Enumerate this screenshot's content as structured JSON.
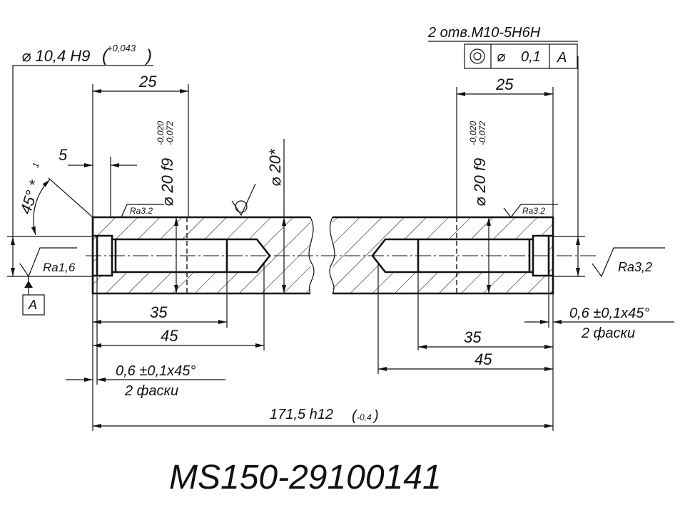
{
  "drawing_number": "MS150-29100141",
  "thread_note": "2 отв.M10-5H6H",
  "tolerance_frame": {
    "symbol": "◎",
    "diameter": "⌀",
    "value": "0,1",
    "datum": "A"
  },
  "datum_label": "A",
  "dims": {
    "bore_dia": "⌀ 10,4 H9",
    "bore_tol": "+0,043",
    "len_25_left": "25",
    "len_25_right": "25",
    "len_5": "5",
    "angle": "45° *",
    "angle_sup": "1",
    "shaft_dia_left": "⌀ 20 f9",
    "shaft_dia_right": "⌀ 20 f9",
    "shaft_tol_upper": "-0,020",
    "shaft_tol_lower": "-0,072",
    "outer_dia": "⌀ 20*",
    "len_35_left": "35",
    "len_45_left": "45",
    "len_35_right": "35",
    "len_45_right": "45",
    "chamfer_left": "0,6 ±0,1x45°",
    "chamfer_left_count": "2 фаски",
    "chamfer_right": "0,6 ±0,1x45°",
    "chamfer_right_count": "2 фаски",
    "overall": "171,5 h12",
    "overall_tol": "-0,4"
  },
  "roughness": {
    "left_top": "Ra3.2",
    "right_top": "Ra3.2",
    "left_face": "Ra1,6",
    "right_face": "Ra3,2"
  }
}
